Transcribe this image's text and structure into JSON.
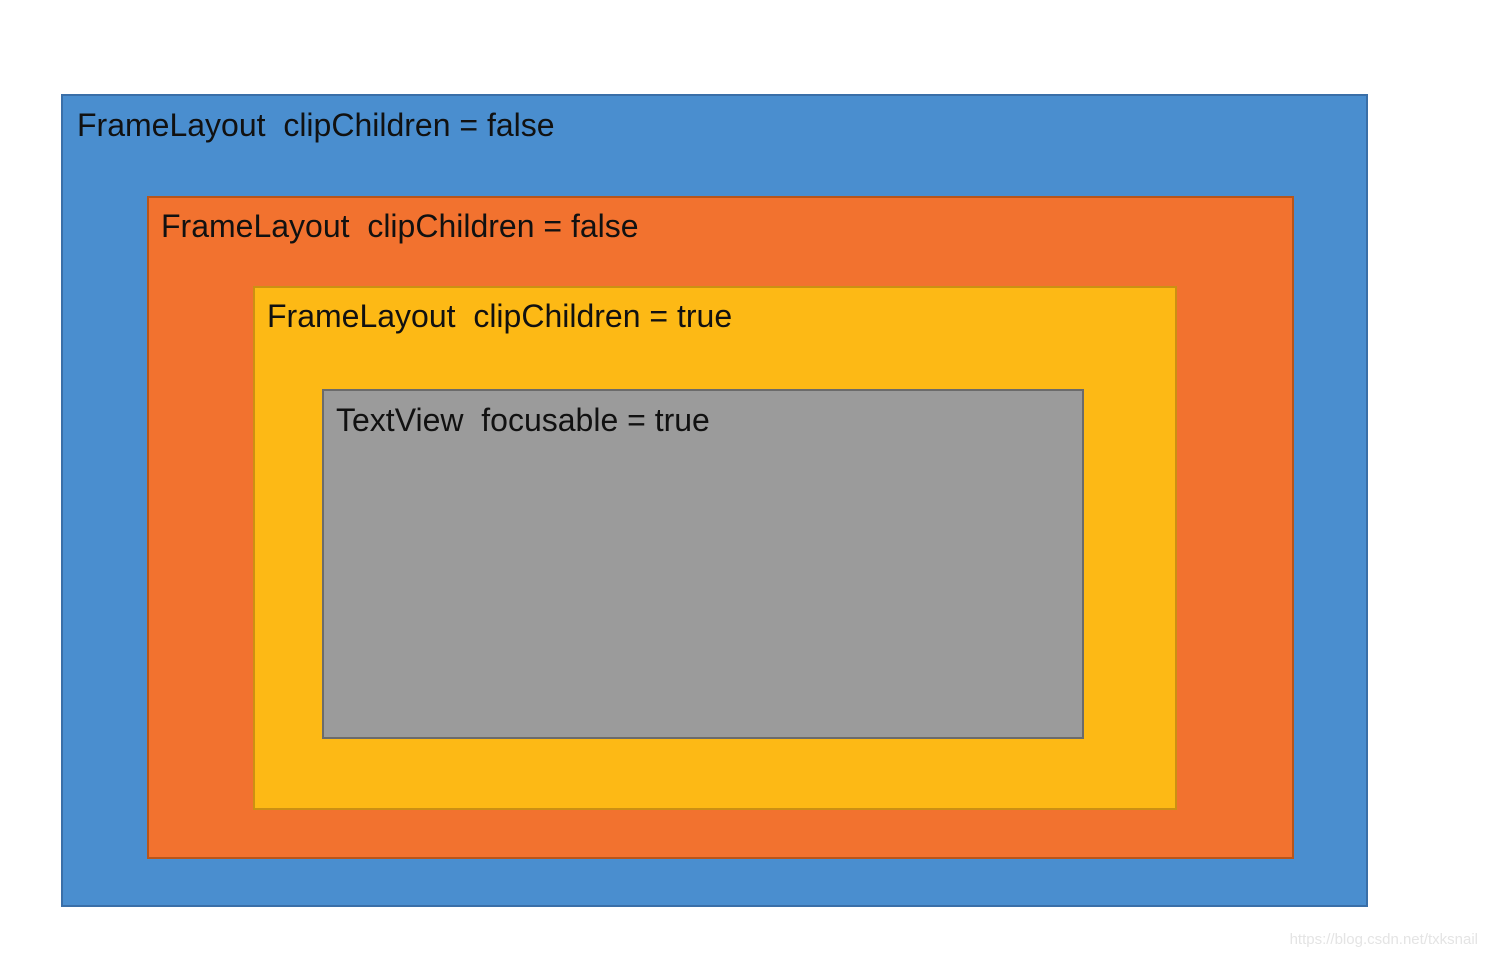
{
  "diagram": {
    "outer": {
      "label": "FrameLayout  clipChildren = false",
      "fill": "#4a8ecf"
    },
    "middle": {
      "label": "FrameLayout  clipChildren = false",
      "fill": "#f2722f"
    },
    "inner": {
      "label": "FrameLayout  clipChildren = true",
      "fill": "#fdb915"
    },
    "textview": {
      "label": "TextView  focusable = true",
      "fill": "#9b9b9b"
    }
  },
  "watermark": "https://blog.csdn.net/txksnail"
}
